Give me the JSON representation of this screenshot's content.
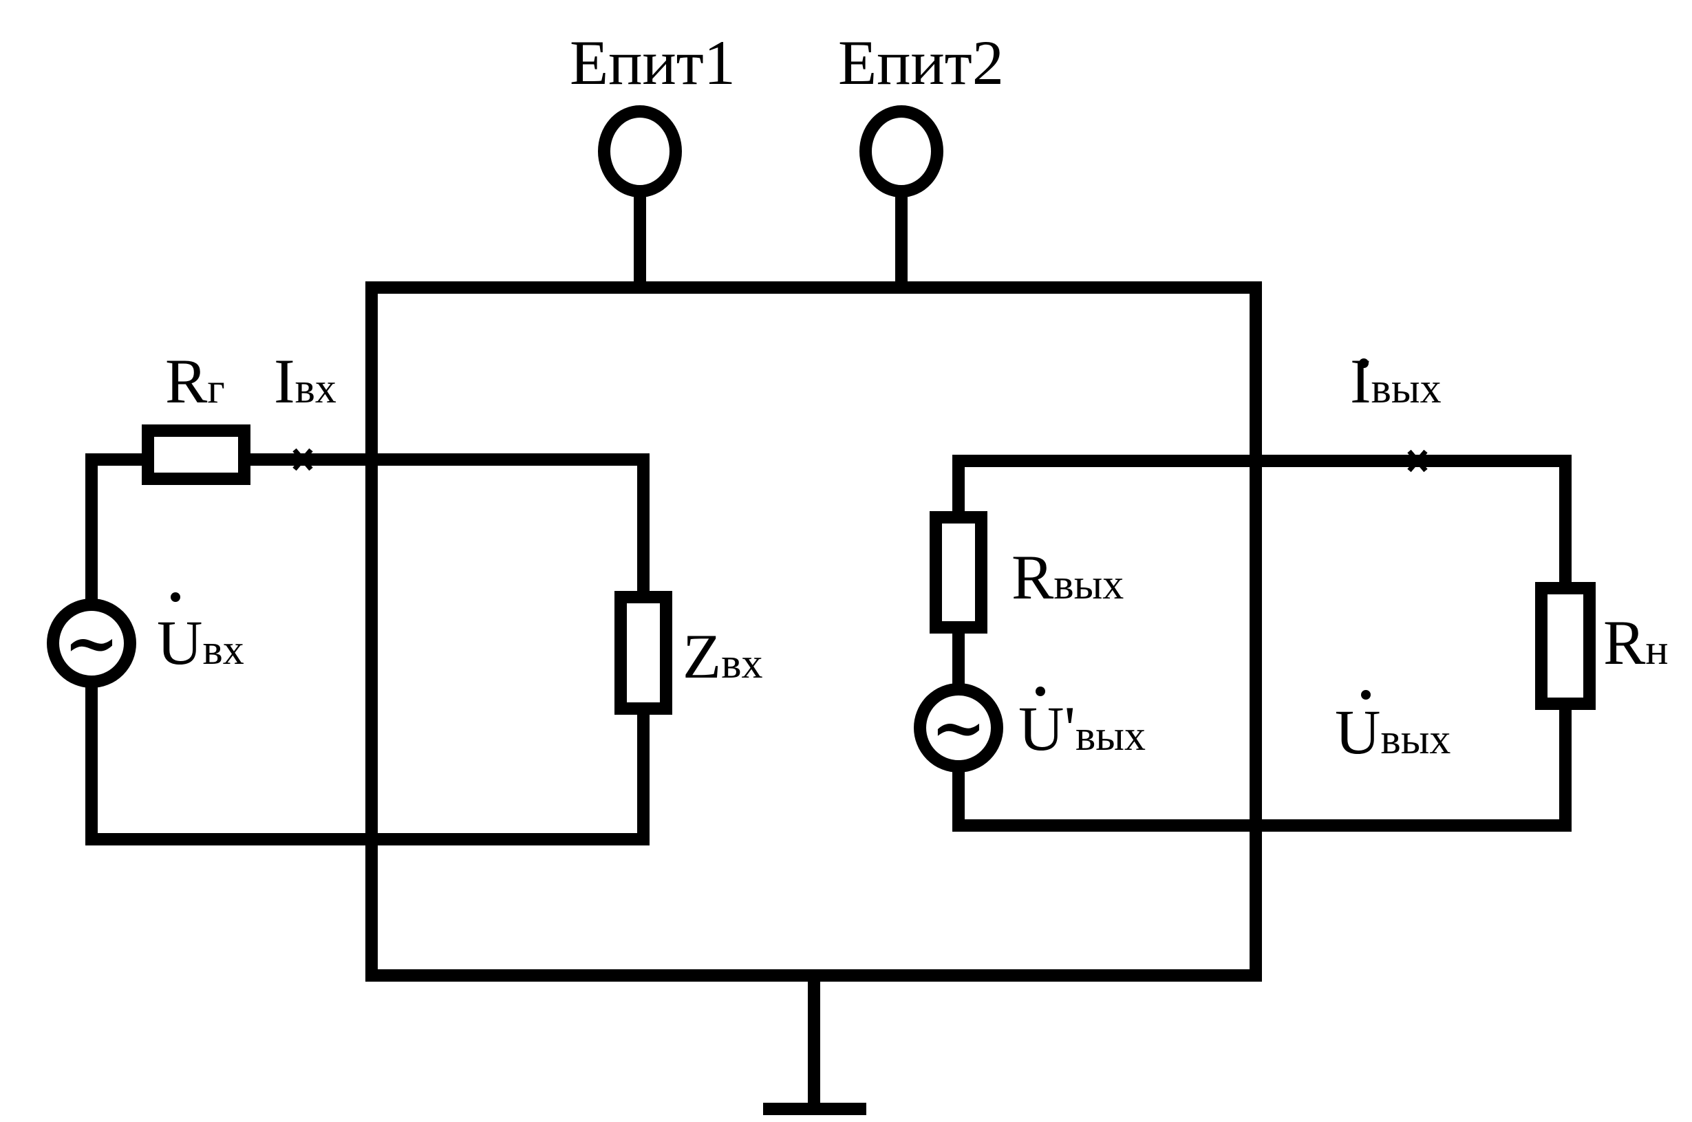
{
  "supplies": {
    "e1": {
      "main": "E",
      "sub": "пит1"
    },
    "e2": {
      "main": "E",
      "sub": "пит2"
    }
  },
  "input": {
    "r_gen": {
      "main": "R",
      "sub": "г"
    },
    "i_in": {
      "main": "I",
      "sub": "вх"
    },
    "u_in": {
      "main": "U",
      "sub": "вх"
    },
    "z_in": {
      "main": "Z",
      "sub": "вх"
    }
  },
  "output": {
    "r_out": {
      "main": "R",
      "sub": "вых"
    },
    "u_out_src": {
      "main": "U'",
      "sub": "вых"
    },
    "i_out": {
      "main": "I",
      "sub": "вых"
    },
    "u_out": {
      "main": "U",
      "sub": "вых"
    },
    "r_load": {
      "main": "R",
      "sub": "н"
    }
  },
  "source_symbol": "~"
}
